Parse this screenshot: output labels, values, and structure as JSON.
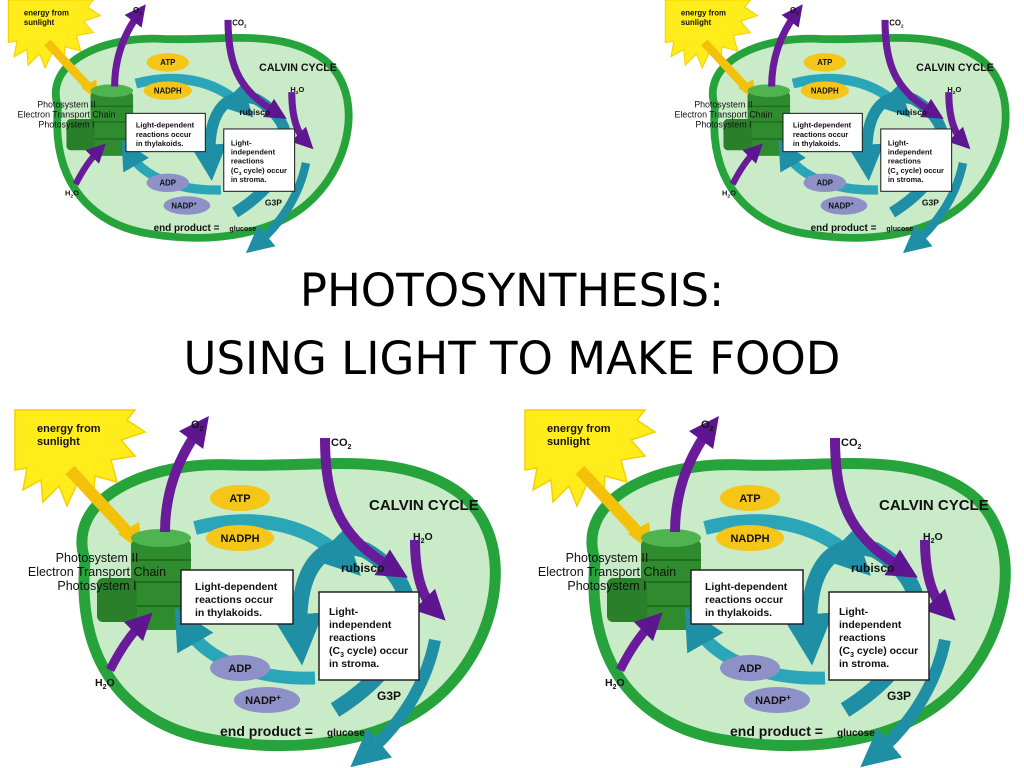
{
  "title": {
    "line1": "PHOTOSYNTHESIS:",
    "line2": "USING LIGHT TO MAKE FOOD"
  },
  "diagram": {
    "energy_label_1": "energy from",
    "energy_label_2": "sunlight",
    "o2": "O",
    "o2_sub": "2",
    "co2": "CO",
    "co2_sub": "2",
    "atp": "ATP",
    "nadph": "NADPH",
    "calvin": "CALVIN CYCLE",
    "h2o_top": "H",
    "h2o_top_sub": "2",
    "h2o_top_end": "O",
    "ps2": "Photosystem II",
    "etc": "Electron Transport Chain",
    "ps1": "Photosystem I",
    "rubisco": "rubisco",
    "ld_box_1": "Light-dependent",
    "ld_box_2": "reactions occur",
    "ld_box_3": "in thylakoids.",
    "li_box_1": "Light-",
    "li_box_2": "independent",
    "li_box_3": "reactions",
    "li_box_4a": "(C",
    "li_box_4sub": "3",
    "li_box_4b": " cycle) occur",
    "li_box_5": "in stroma.",
    "adp": "ADP",
    "nadp": "NADP",
    "nadp_sup": "+",
    "g3p": "G3P",
    "h2o_bottom": "H",
    "h2o_bottom_sub": "2",
    "h2o_bottom_end": "O",
    "end_product": "end product =",
    "glucose": "glucose"
  },
  "colors": {
    "membrane": "#27a33b",
    "stroma": "#c9ebc8",
    "thylakoid": "#2e8b2e",
    "teal_arrow": "#2aa6b8",
    "purple_arrow": "#6a1b9a",
    "sun": "#ffec1a",
    "atp_badge": "#f5c518",
    "adp_badge": "#8e90c8",
    "end_product": "#e0001b"
  }
}
